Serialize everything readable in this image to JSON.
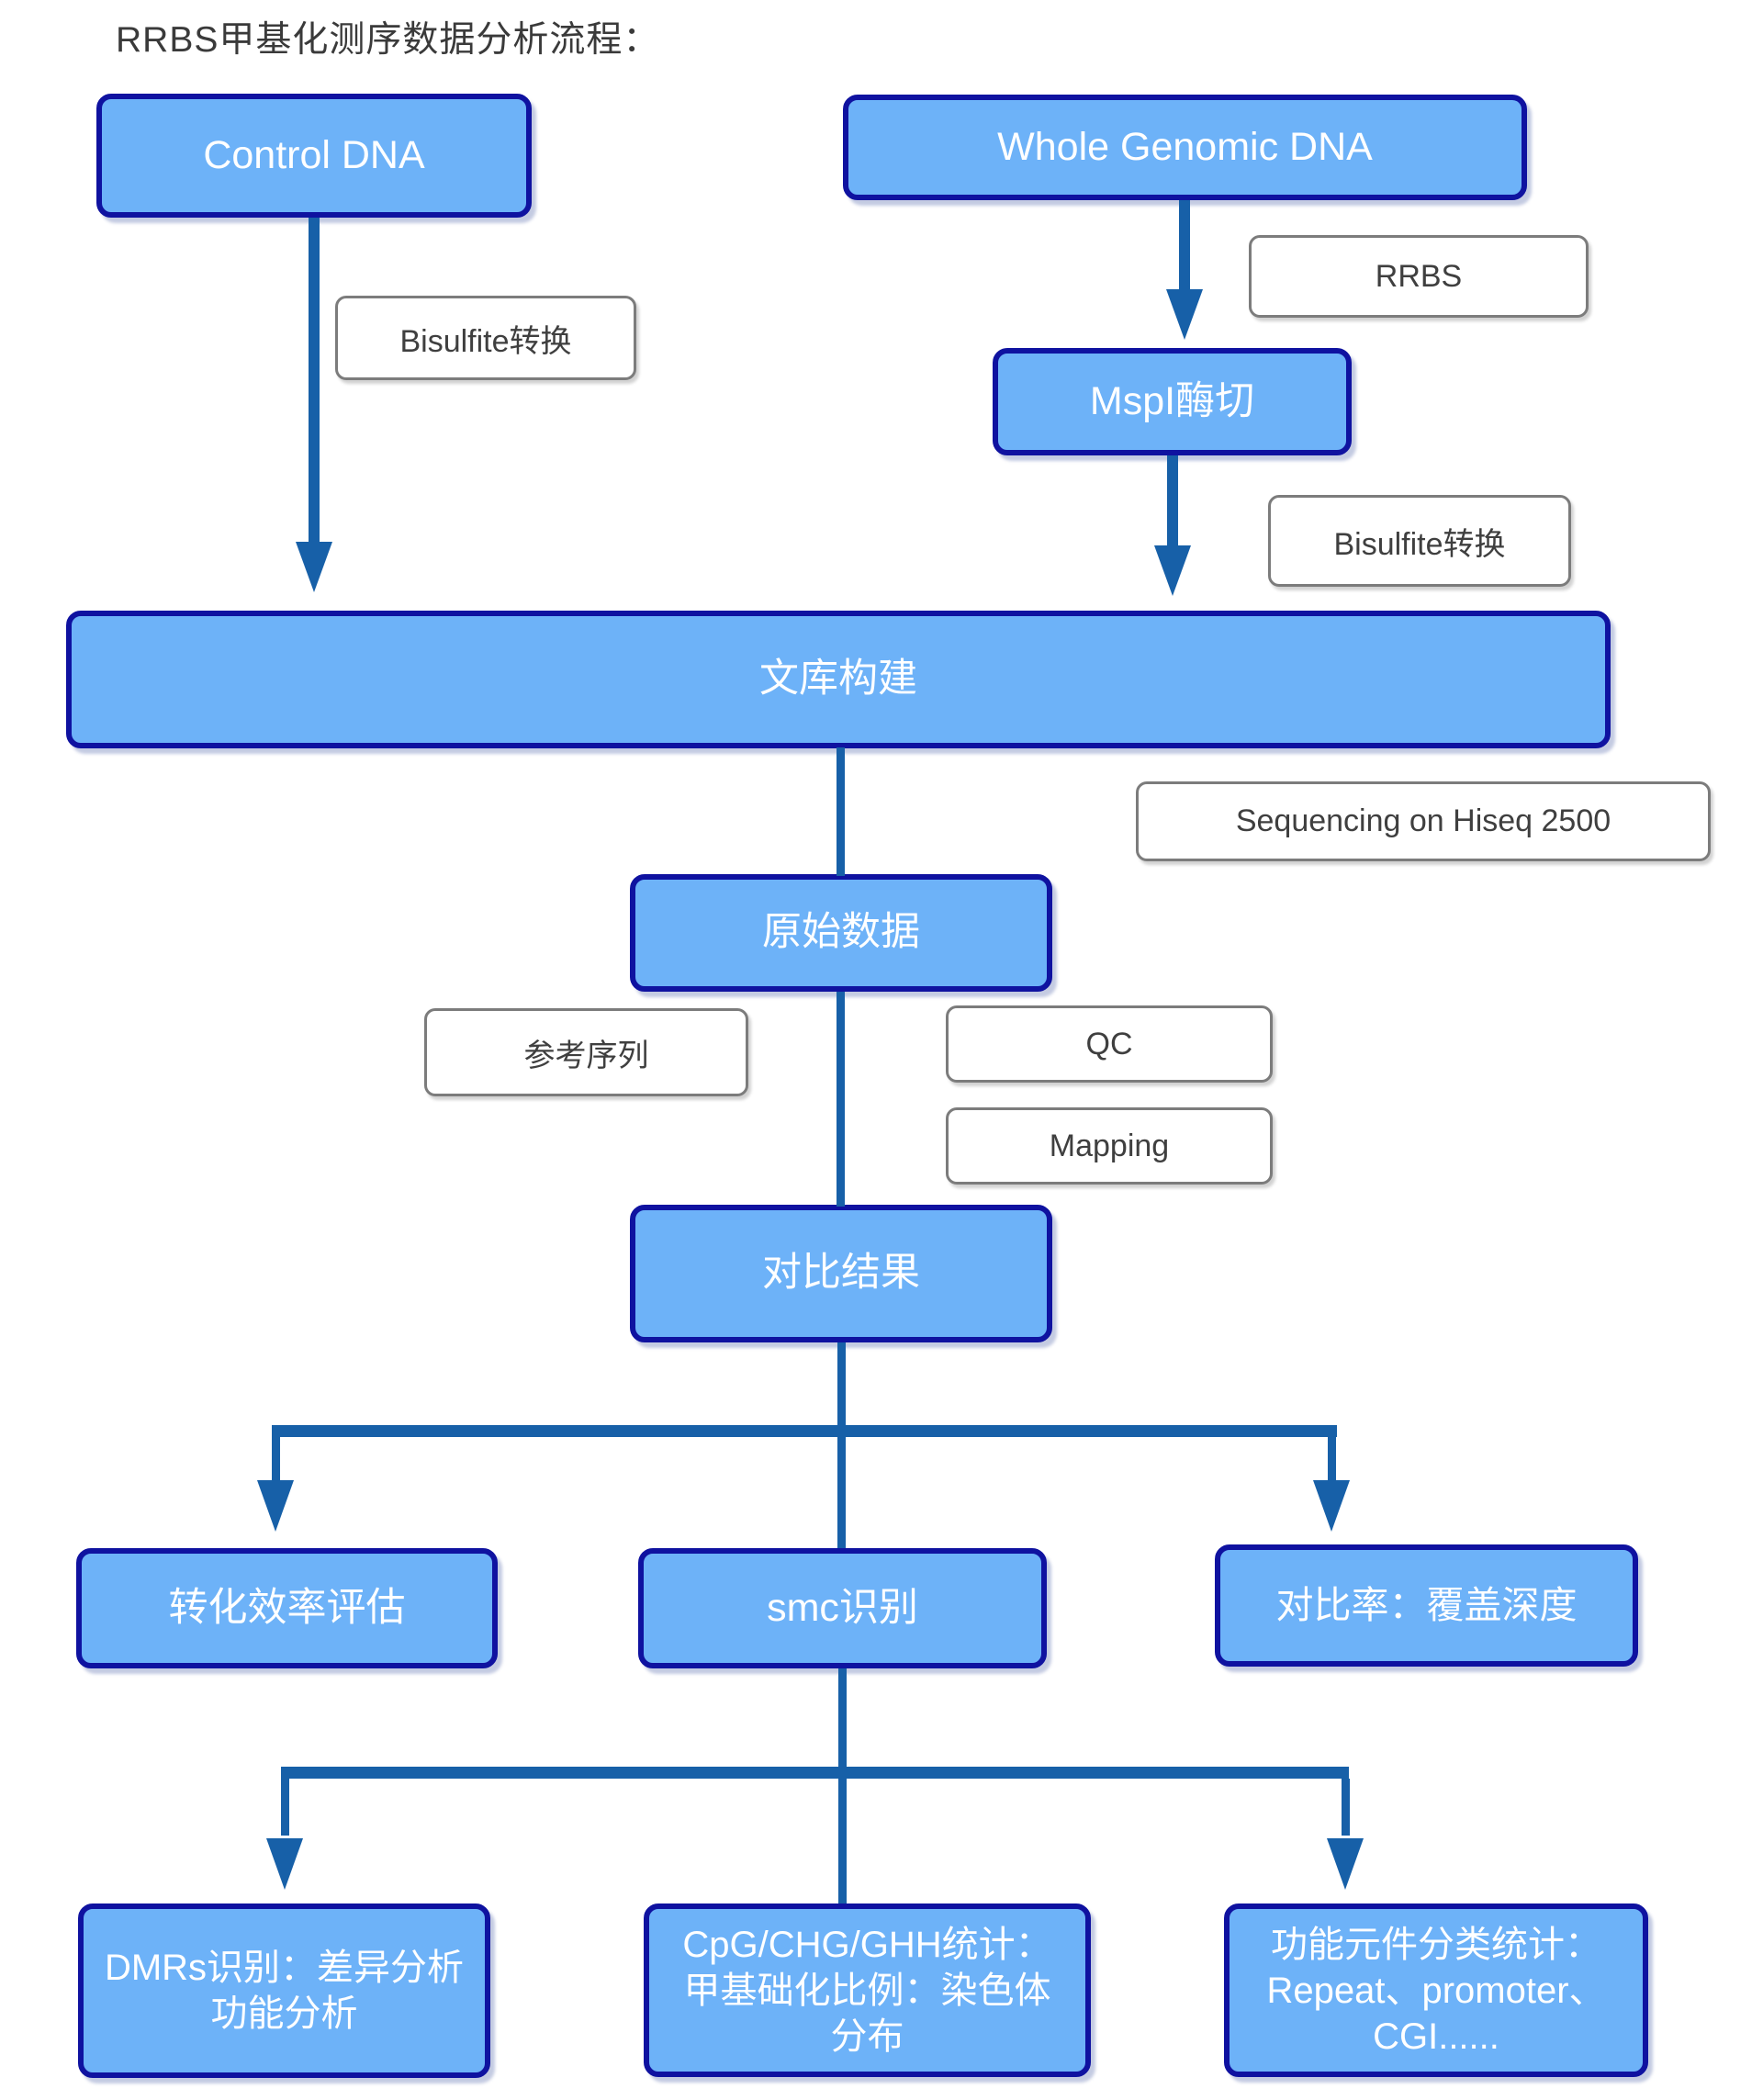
{
  "title": "RRBS甲基化测序数据分析流程：",
  "colors": {
    "node_fill": "#6db2f8",
    "node_border": "#0f12a0",
    "connector": "#1760a8",
    "tag_border": "#7c7c7c",
    "tag_text": "#3f3f3f"
  },
  "nodes": {
    "control_dna": {
      "label": "Control DNA"
    },
    "whole_genomic_dna": {
      "label": "Whole Genomic DNA"
    },
    "mspi_digestion": {
      "label": "MspI酶切"
    },
    "library_construction": {
      "label": "文库构建"
    },
    "raw_data": {
      "label": "原始数据"
    },
    "alignment_result": {
      "label": "对比结果"
    },
    "conversion_efficiency": {
      "label": "转化效率评估"
    },
    "smc_identification": {
      "label": "smc识别"
    },
    "mapping_rate_coverage": {
      "label": "对比率：覆盖深度"
    },
    "dmrs": {
      "label": "DMRs识别：差异分析\n功能分析"
    },
    "cpg_stats": {
      "label": "CpG/CHG/GHH统计：\n甲基础化比例：染色体\n分布"
    },
    "functional_elements": {
      "label": "功能元件分类统计：\nRepeat、promoter、\nCGI......"
    }
  },
  "step_labels": {
    "bisulfite_left": "Bisulfite转换",
    "rrbs": "RRBS",
    "bisulfite_right": "Bisulfite转换",
    "sequencing": "Sequencing on Hiseq 2500",
    "reference": "参考序列",
    "qc": "QC",
    "mapping": "Mapping"
  }
}
